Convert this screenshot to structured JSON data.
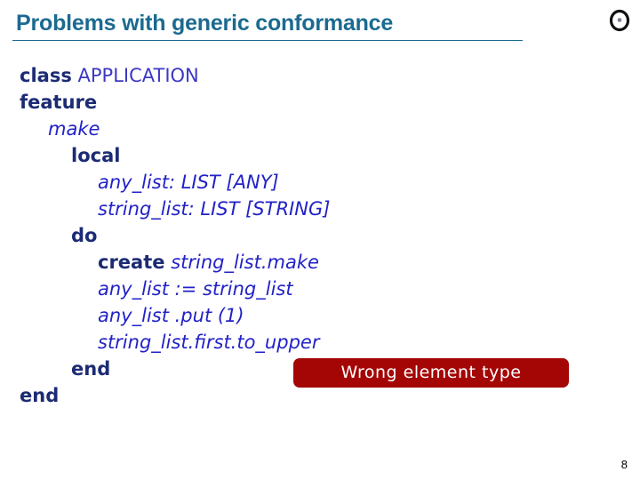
{
  "slide": {
    "title": "Problems with generic conformance",
    "page_number": "8",
    "background_color": "#ffffff",
    "title_color": "#1b6a90",
    "rule_color": "#1b6a90"
  },
  "logo": {
    "icon": "disc-icon",
    "ring_color": "#000000",
    "center_color": "#808090"
  },
  "code": {
    "keyword_color": "#1c2b74",
    "classname_color": "#3c38c4",
    "identifier_color": "#2222c8",
    "lines": [
      {
        "indent": "i0",
        "tokens": [
          {
            "text": "class",
            "kind": "kw"
          },
          {
            "text": " ",
            "kind": "sp"
          },
          {
            "text": "APPLICATION",
            "kind": "cls"
          }
        ]
      },
      {
        "indent": "i0",
        "tokens": [
          {
            "text": "feature",
            "kind": "kw"
          }
        ]
      },
      {
        "indent": "i1",
        "tokens": [
          {
            "text": "make",
            "kind": "id"
          }
        ]
      },
      {
        "indent": "i2",
        "tokens": [
          {
            "text": "local",
            "kind": "kw"
          }
        ]
      },
      {
        "indent": "i3",
        "tokens": [
          {
            "text": "any_list: LIST [ANY]",
            "kind": "id"
          }
        ]
      },
      {
        "indent": "i3",
        "tokens": [
          {
            "text": "string_list: LIST [STRING]",
            "kind": "id"
          }
        ]
      },
      {
        "indent": "i2",
        "tokens": [
          {
            "text": "do",
            "kind": "kw"
          }
        ]
      },
      {
        "indent": "i4",
        "tokens": [
          {
            "text": "create",
            "kind": "kw"
          },
          {
            "text": " ",
            "kind": "sp"
          },
          {
            "text": "string_list.make",
            "kind": "id"
          }
        ]
      },
      {
        "indent": "i4",
        "tokens": [
          {
            "text": "any_list := string_list",
            "kind": "id"
          }
        ]
      },
      {
        "indent": "i4",
        "tokens": [
          {
            "text": "any_list .put (1)",
            "kind": "id"
          }
        ]
      },
      {
        "indent": "i4",
        "tokens": [
          {
            "text": "string_list.first.to_upper",
            "kind": "id"
          }
        ]
      },
      {
        "indent": "i2",
        "tokens": [
          {
            "text": "end",
            "kind": "kw"
          }
        ]
      },
      {
        "indent": "i0",
        "tokens": [
          {
            "text": "end",
            "kind": "kw"
          }
        ]
      }
    ]
  },
  "callout": {
    "label": "Wrong element type",
    "background_color": "#a40606",
    "text_color": "#ffffff"
  }
}
